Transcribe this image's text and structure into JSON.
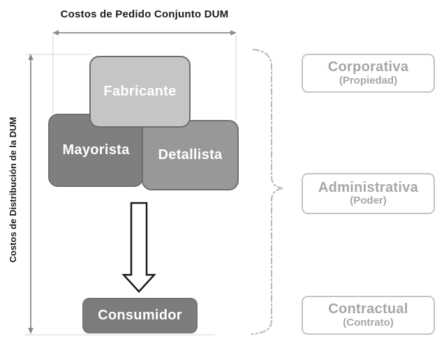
{
  "diagram": {
    "top_axis": {
      "label": "Costos de Pedido Conjunto DUM"
    },
    "left_axis": {
      "label": "Costos de Distribución de la DUM"
    },
    "nodes": {
      "fabricante": {
        "label": "Fabricante"
      },
      "mayorista": {
        "label": "Mayorista"
      },
      "detallista": {
        "label": "Detallista"
      },
      "consumidor": {
        "label": "Consumidor"
      }
    },
    "categories": [
      {
        "title": "Corporativa",
        "subtitle": "(Propiedad)"
      },
      {
        "title": "Administrativa",
        "subtitle": "(Poder)"
      },
      {
        "title": "Contractual",
        "subtitle": "(Contrato)"
      }
    ],
    "colors": {
      "fabricante_fill": "#c5c5c5",
      "mayorista_fill": "#7f7f7f",
      "detallista_fill": "#989898",
      "consumidor_fill": "#7c7c7c",
      "node_text": "#ffffff",
      "category_text": "#a6a6a6",
      "category_border": "#c4c4c4",
      "dimension_line": "#8a8a8a",
      "guide_line": "#dcdcdc",
      "brace_line": "#bbbbbb",
      "flow_arrow_outline": "#1a1a1a",
      "label_text": "#1a1a1a"
    }
  }
}
